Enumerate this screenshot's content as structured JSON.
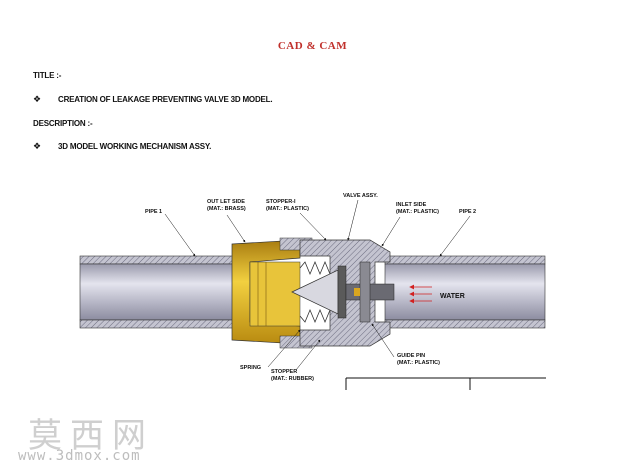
{
  "header": {
    "title": "CAD & CAM"
  },
  "title": {
    "label": "TITLE :-",
    "bullet": "❖",
    "text": "CREATION OF LEAKAGE PREVENTING VALVE  3D MODEL."
  },
  "description": {
    "label": "DESCRIPTION :-",
    "bullet": "❖",
    "text": "3D MODEL WORKING  MECHANISM ASSY."
  },
  "diagram": {
    "labels": {
      "pipe1": "PIPE 1",
      "outlet_side": "OUT LET SIDE",
      "outlet_mat": "(MAT.: BRASS)",
      "stopper1": "STOPPER-I",
      "stopper1_mat": "(MAT.: PLASTIC)",
      "valve_assy": "VALVE ASSY.",
      "inlet_side": "INLET SIDE",
      "inlet_mat": "(MAT.: PLASTIC)",
      "pipe2": "PIPE 2",
      "water": "WATER",
      "spring": "SPRING",
      "stopper": "STOPPER",
      "stopper_mat": "(MAT.: RUBBER)",
      "guide_pin": "GUIDE PIN",
      "guide_pin_mat": "(MAT.: PLASTIC)"
    },
    "colors": {
      "brass": "#d9a620",
      "pipe": "#b9b9c7",
      "hatch": "#8a8a9a",
      "arrow": "#d22020"
    }
  },
  "watermark": {
    "chinese": "莫西网",
    "url": "www.3dmox.com"
  }
}
